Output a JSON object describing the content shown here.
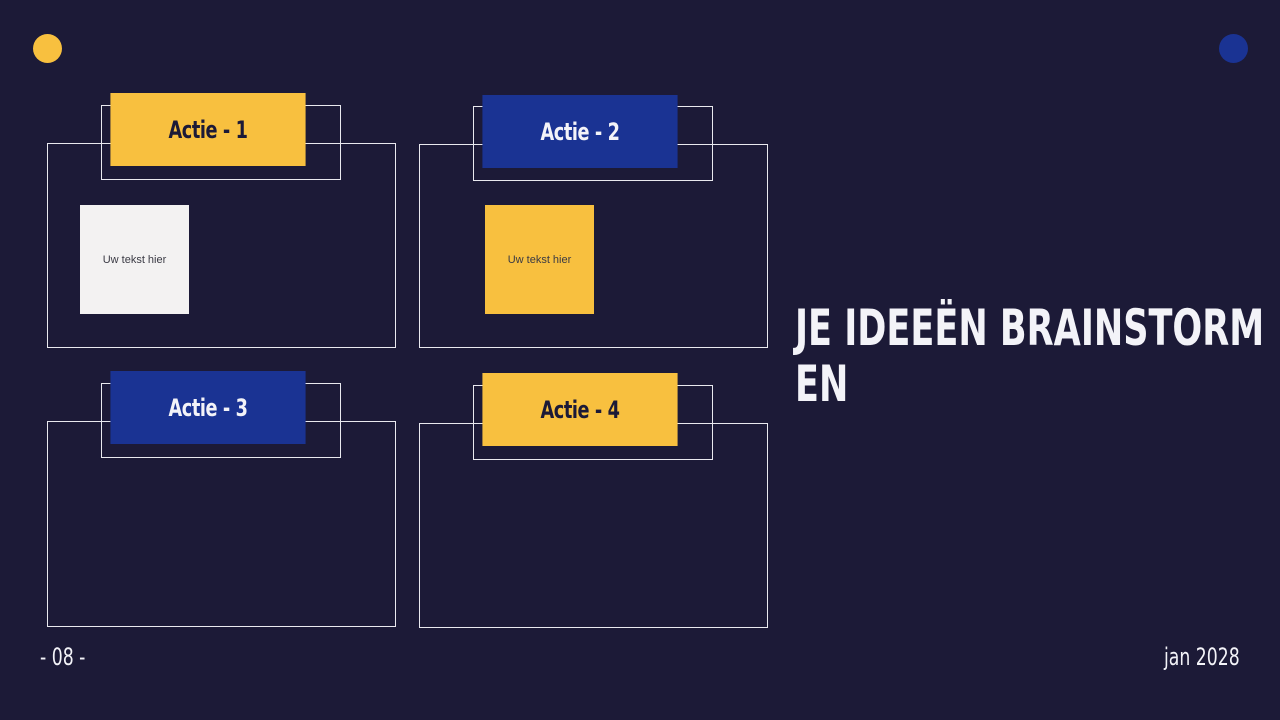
{
  "slide": {
    "headline_line1": "JE IDEEËN BRAINSTORM",
    "headline_line2": "EN",
    "page_number": "- 08 -",
    "date": "jan 2028"
  },
  "cards": [
    {
      "tag": "Actie - 1",
      "tag_color": "#f8c03f",
      "note": "Uw tekst hier",
      "note_color": "#f3f2f2"
    },
    {
      "tag": "Actie - 2",
      "tag_color": "#1a3393",
      "note": "Uw tekst hier",
      "note_color": "#f8c03f"
    },
    {
      "tag": "Actie - 3",
      "tag_color": "#1a3393"
    },
    {
      "tag": "Actie - 4",
      "tag_color": "#f8c03f"
    }
  ],
  "colors": {
    "background": "#1c1a37",
    "yellow": "#f8c03f",
    "blue": "#1a3393",
    "text": "#f3f3f8"
  }
}
